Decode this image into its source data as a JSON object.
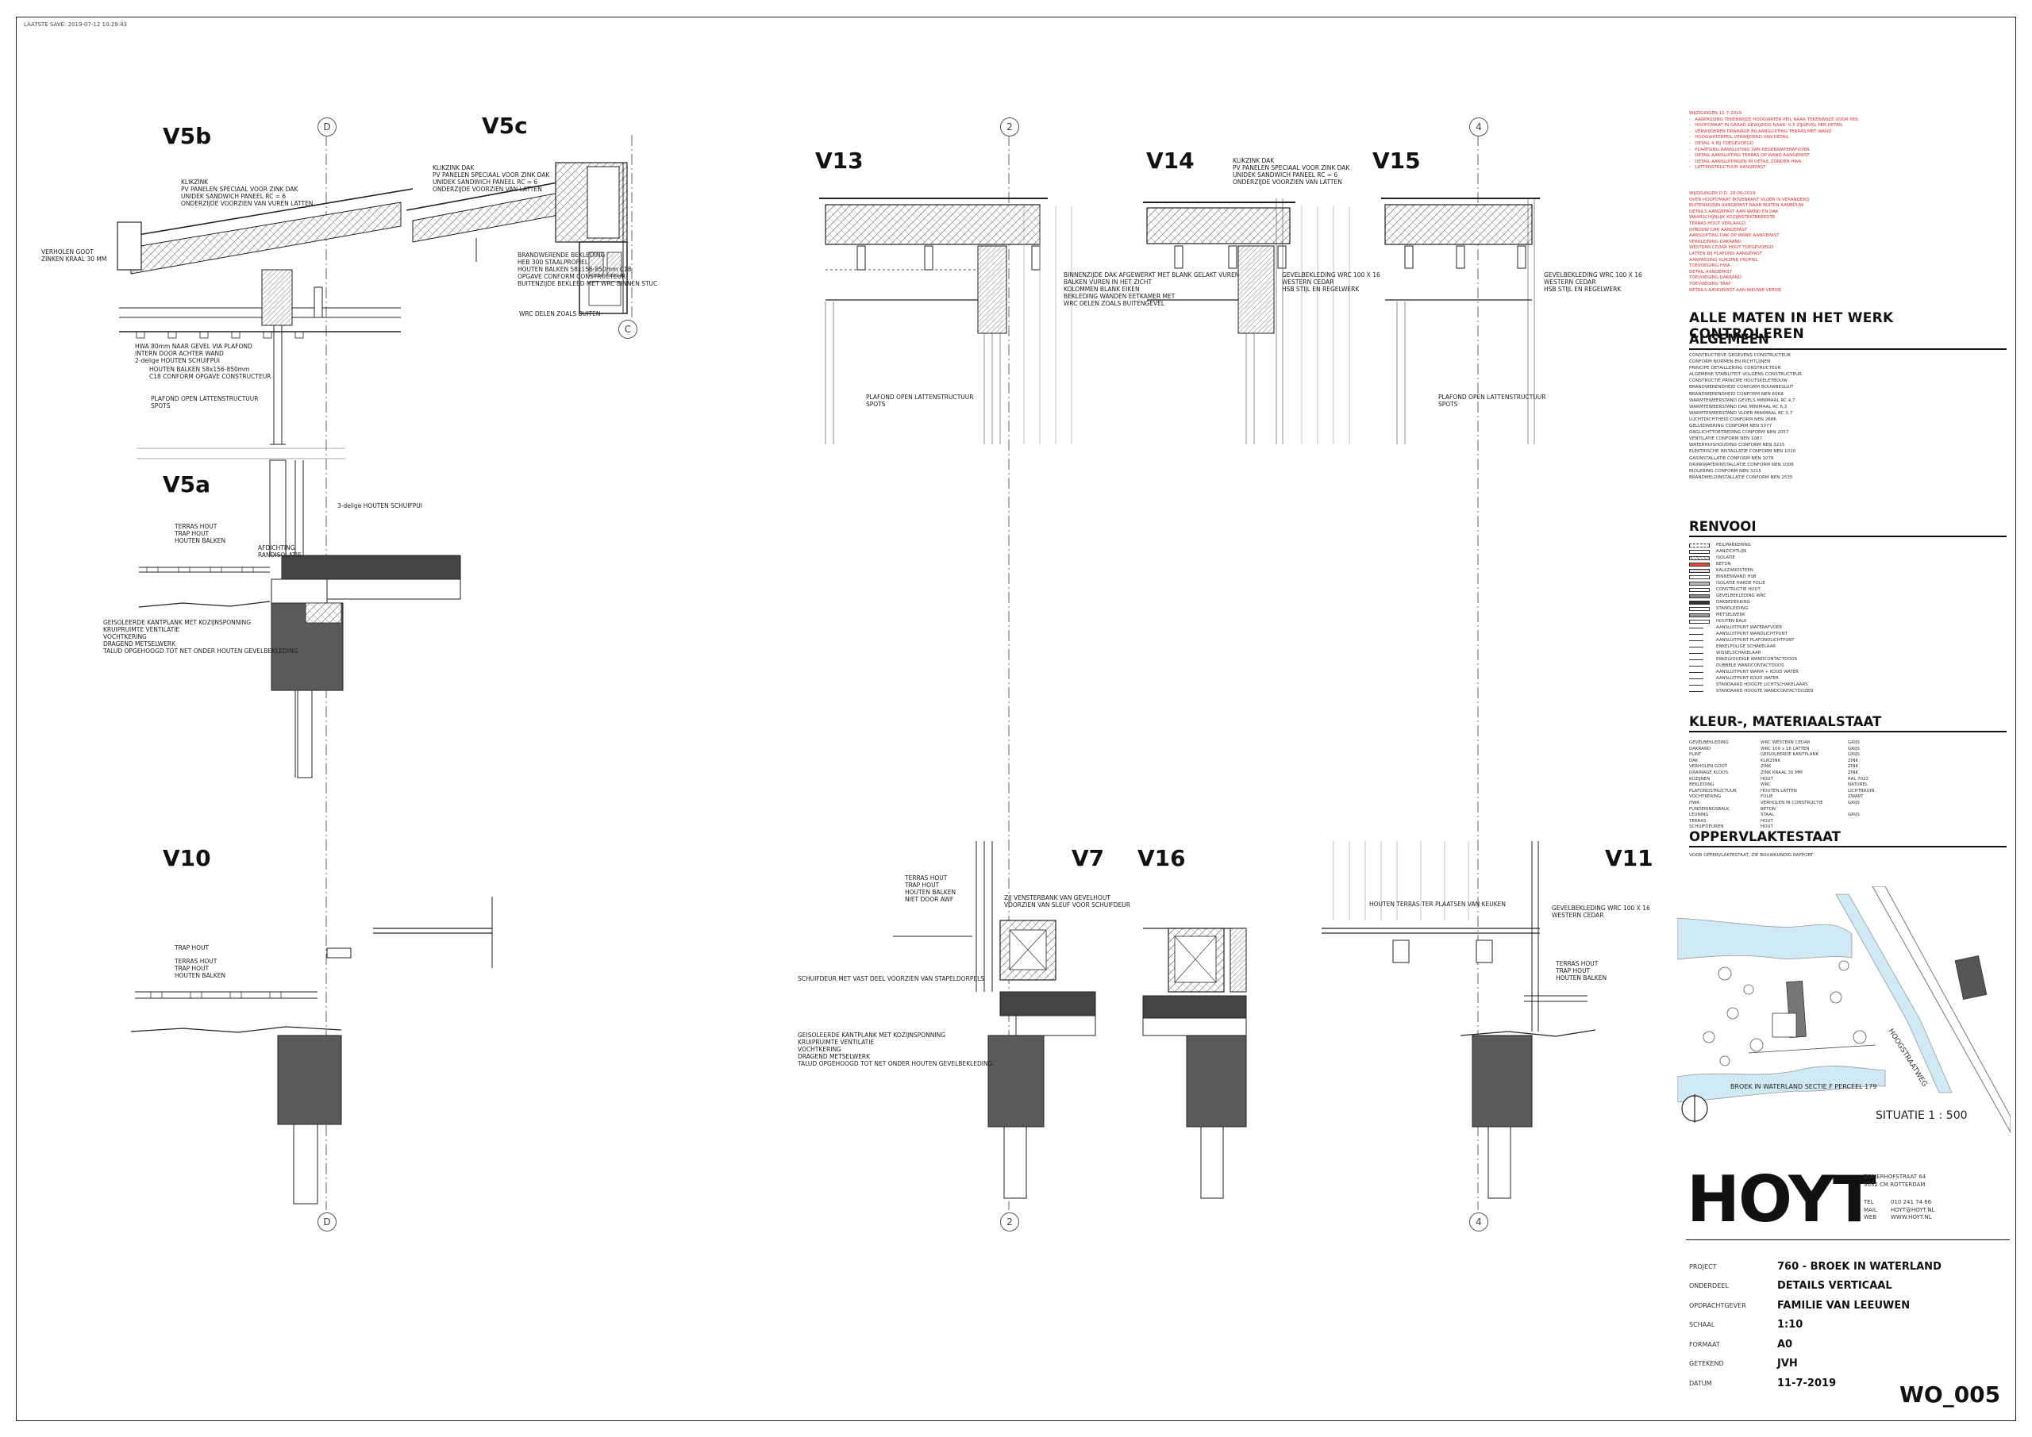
{
  "sheet": {
    "print_stamp": "LAATSTE SAVE: 2019-07-12 10:29:43",
    "drawing_number": "WO_005"
  },
  "details": [
    {
      "id": "V5b"
    },
    {
      "id": "V5c"
    },
    {
      "id": "V13"
    },
    {
      "id": "V14"
    },
    {
      "id": "V15"
    },
    {
      "id": "V5a"
    },
    {
      "id": "V10"
    },
    {
      "id": "V7"
    },
    {
      "id": "V16"
    },
    {
      "id": "V11"
    }
  ],
  "grid_axes": [
    "D",
    "C",
    "2",
    "4"
  ],
  "annotations": {
    "v5b_roof": "KLIKZINK\nPV PANELEN SPECIAAL VOOR ZINK DAK\nUNIDEK SANDWICH PANEEL RC = 6\nONDERZIJDE VOORZIEN VAN VUREN LATTEN",
    "v5b_gutter": "VERHOLEN GOOT\nZINKEN KRAAL 30 MM",
    "v5b_wall": "HWA 80mm NAAR GEVEL VIA PLAFOND\nINTERN DOOR ACHTER WAND\n2-delige HOUTEN SCHUIFPUI",
    "v5b_beams": "HOUTEN BALKEN 58x156-850mm\nC18 CONFORM OPGAVE CONSTRUCTEUR",
    "v5b_ceiling": "PLAFOND OPEN LATTENSTRUCTUUR\nSPOTS",
    "v5c_roof": "KLIKZINK DAK\nPV PANELEN SPECIAAL VOOR ZINK DAK\nUNIDEK SANDWICH PANEEL RC = 6\nONDERZIJDE VOORZIEN VAN LATTEN",
    "v5c_fire": "BRANDWERENDE BEKLEDING\nHEB 300 STAALPROFIEL\nHOUTEN BALKEN 58x156-850mm C18\nOPGAVE CONFORM CONSTRUCTEUR\nBUITENZIJDE BEKLEED MET WRC BINNEN STUC",
    "v5c_wrc": "WRC DELEN ZOALS BUITEN",
    "v14_roof": "KLIKZINK DAK\nPV PANELEN SPECIAAL VOOR ZINK DAK\nUNIDEK SANDWICH PANEEL RC = 6\nONDERZIJDE VOORZIEN VAN LATTEN",
    "v14_inside": "BINNENZIJDE DAK AFGEWERKT MET BLANK GELAKT VUREN\nBALKEN VUREN IN HET ZICHT\nKOLOMMEN BLANK EIKEN\nBEKLEDING WANDEN EETKAMER MET\nWRC DELEN ZOALS BUITENGEVEL",
    "v14_cladding": "GEVELBEKLEDING WRC 100 X 16\nWESTERN CEDAR\nHSB STIJL EN REGELWERK",
    "v15_cladding": "GEVELBEKLEDING WRC 100 X 16\nWESTERN CEDAR\nHSB STIJL EN REGELWERK",
    "v13_ceiling": "PLAFOND OPEN LATTENSTRUCTUUR\nSPOTS",
    "v15_ceiling": "PLAFOND OPEN LATTENSTRUCTUUR\nSPOTS",
    "v5a_pui": "3-delige HOUTEN SCHUIFPUI",
    "v5a_terrace": "TERRAS HOUT\nTRAP HOUT\nHOUTEN BALKEN",
    "v5a_seal": "AFDICHTING\nRANDISOLATIE",
    "v5a_found": "GEISOLEERDE KANTPLANK MET KOZIJNSPONNING\nKRUIPRUIMTE VENTILATIE\nVOCHTKERING\nDRAGEND METSELWERK\nTALUD OPGEHOOGD TOT NET ONDER HOUTEN GEVELBEKLEDING",
    "v10_stair": "TRAP HOUT",
    "v10_terrace": "TERRAS HOUT\nTRAP HOUT\nHOUTEN BALKEN",
    "v7_terrace": "TERRAS HOUT\nTRAP HOUT\nHOUTEN BALKEN\nNIET DOOR AWF",
    "v7_sill": "ZIJ VENSTERBANK VAN GEVELHOUT\nVOORZIEN VAN SLEUF VOOR SCHUIFDEUR",
    "v7_door": "SCHUIFDEUR MET VAST DEEL VOORZIEN VAN STAPELDORPELS",
    "v7_found": "GEISOLEERDE KANTPLANK MET KOZIJNSPONNING\nKRUIPRUIMTE VENTILATIE\nVOCHTKERING\nDRAGEND METSELWERK\nTALUD OPGEHOOGD TOT NET ONDER HOUTEN GEVELBEKLEDING",
    "v11_terrace_note": "HOUTEN TERRAS TER PLAATSEN VAN KEUKEN",
    "v11_cladding": "GEVELBEKLEDING WRC 100 X 16\nWESTERN CEDAR",
    "v11_terrace": "TERRAS HOUT\nTRAP HOUT\nHOUTEN BALKEN"
  },
  "sidebar": {
    "revision_notes": "WIJZIGINGEN 11-7-2019\n-   AANPASSING TEKENWIJZE HOOGWATER PEIL NAAR TEKENWIJZE VOOR PEIL\n-   HOOFDMAAT IN GRAAD GEWIJZIGD NAAR -0,5 ZIJGEVEL PER DETAIL\n-   VERWIJDEREN DRAINAGE BIJ AANSLUITING TERRAS MET WAND\n-   HOOGWATERPEIL VERWIJDERD VAN DETAIL\n-   DETAIL 4 BIJ TOEGEVOEGD\n-   PLAATSING AANSLUITING VAN REGENWATERAFVOER\n-   DETAIL AANSLUITING TERRAS OP WAND AANGEPAST\n-   DETAIL AANSLUITINGEN IN DETAIL ZONDER HWA\n-   LATTENSTRUCTUUR AANGEPAST",
    "revision_notes_2": "WIJZIGINGEN D.D. 28-06-2019\nOVER HOOFDMAAT BOVENKANT VLOER IS VERANDERD\nBUITENKOZIJN AANGEPAST NAAR BUITEN AANBOUW\nDETAILS AANGEPAST AAN WAND EN DAK\nWAARSCHIJNLIJK KOZIJNSTEKTBREEDTE\nTERRAS HOUT VERLAAGD\nOPBOUW DAK AANGEPAST\nAANSLUITING DAK OP WAND AANGEPAST\nVERKLEINING DAKRAND\nWESTERN CEDAR HOUT TOEGEVOEGD\nLATTEN BIJ PLAFOND AANGEPAST\nAANPASSING KLIKZINK PROFIEL\nTOEVOEGING HWA\nDETAIL AANGEPAST\nTOEVOEGING DAKRAND\nTOEVOEGING TRAP\nDETAILS AANGEPAST AAN NIEUWE VERSIE",
    "check_heading": "ALLE MATEN IN HET WERK CONTROLEREN",
    "general_heading": "ALGEMEEN",
    "general_text": "CONSTRUCTIEVE GEGEVENS CONSTRUCTEUR\nCONFORM NORMEN EN RICHTLIJNEN\nPRINCIPE DETAILLERING CONSTRUCTEUR\nALGEMENE STABILITEIT VOLGENS CONSTRUCTEUR\nCONSTRUCTIE PRINCIPE HOUTSKELETBOUW\nBRANDWERENDHEID CONFORM BOUWBESLUIT\nBRANDWERENDHEID CONFORM NEN 6068\nWARMTEWEERSTAND GEVELS MINIMAAL RC 4,7\nWARMTEWEERSTAND DAK MINIMAAL RC 6,3\nWARMTEWEERSTAND VLOER MINIMAAL RC 3,7\nLUCHTDICHTHEID CONFORM NEN 2686\nGELUIDWERING CONFORM NEN 5077\nDAGLICHTTOETREDING CONFORM NEN 2057\nVENTILATIE CONFORM NEN 1087\nWATERHUISHOUDING CONFORM NEN 3215\nELEKTRISCHE INSTALLATIE CONFORM NEN 1010\nGASINSTALLATIE CONFORM NEN 1078\nDRINKWATERINSTALLATIE CONFORM NEN 1006\nRIOLERING CONFORM NEN 3215\nBRANDMELDINSTALLATIE CONFORM NEN 2535",
    "legend_heading": "RENVOOI",
    "legend_items": [
      "PEILMARKERING",
      "AANZICHTLIJN",
      "ISOLATIE",
      "BETON",
      "KALKZANDSTEEN",
      "BINNENWAND HSB",
      "ISOLATIE HARDE FOLIE",
      "CONSTRUCTIE HOUT",
      "GEVELBEKLEDING WRC",
      "DAKBEDEKKING",
      "STANDLEIDING",
      "METSELWERK",
      "HOUTEN BALK",
      "AANSLUITPUNT WATERAFVOER",
      "AANSLUITPUNT WANDLICHTPUNT",
      "AANSLUITPUNT PLAFONDLICHTPUNT",
      "ENKELPOLIGE SCHAKELAAR",
      "WISSELSCHAKELAAR",
      "ENKELVOUDIGE WANDCONTACTDOOS",
      "DUBBELE WANDCONTACTDOOS",
      "AANSLUITPUNT WARM + KOUD WATER",
      "AANSLUITPUNT KOUD WATER",
      "STANDAARD HOOGTE LICHTSCHAKELAARS",
      "STANDAARD HOOGTE WANDCONTACTDOZEN"
    ],
    "materials_heading": "KLEUR-, MATERIAALSTAAT",
    "materials": [
      [
        "GEVELBEKLEDING",
        "WRC WESTERN CEDAR",
        "GRIJS"
      ],
      [
        "DAKRAND",
        "WRC 100 x 16 LATTEN",
        "GRIJS"
      ],
      [
        "PLINT",
        "GEISOLEERDE KANTPLANK",
        "GRIJS"
      ],
      [
        "DAK",
        "KLIKZINK",
        "ZINK"
      ],
      [
        "VERHOLEN GOOT",
        "ZINK",
        "ZINK"
      ],
      [
        "DRAINAGE KLOOS",
        "ZINK KRAAL 30 MM",
        "ZINK"
      ],
      [
        "KOZIJNEN",
        "HOUT",
        "RAL 7022"
      ],
      [
        "BEKLEDING",
        "WRC",
        "NATUREL"
      ],
      [
        "PLAFONDSTRUCTUUR",
        "HOUTEN LATTEN",
        "LICHTBRUIN"
      ],
      [
        "VOCHTKERING",
        "FOLIE",
        "ZWART"
      ],
      [
        "HWA",
        "VERHOLEN IN CONSTRUCTIE",
        "GRIJS"
      ],
      [
        "FUNDERINGSBALK",
        "BETON",
        ""
      ],
      [
        "LEUNING",
        "STAAL",
        "GRIJS"
      ],
      [
        "TERRAS",
        "HOUT",
        ""
      ],
      [
        "SCHUIFDEUREN",
        "HOUT",
        ""
      ]
    ],
    "surface_heading": "OPPERVLAKTESTAAT",
    "surface_text": "VOOR OPPERVLAKTESTAAT, ZIE BOUWKUNDIG RAPPORT",
    "map": {
      "road_label": "HOOGSTRAATWEG",
      "parcel_label": "BROEK IN WATERLAND SECTIE F PERCEEL 179",
      "scale_label": "SITUATIE 1 : 500"
    },
    "logo": "HOYT",
    "contact": {
      "address": "ZOMERHOFSTRAAT 64\n3032 CM ROTTERDAM",
      "contact_labels": "TEL\nMAIL\nWEB",
      "contact_values": "010 241 74 66\nHOYT@HOYT.NL\nWWW.HOYT.NL"
    },
    "title_block": [
      {
        "label": "PROJECT",
        "value": "760 - BROEK IN WATERLAND"
      },
      {
        "label": "ONDERDEEL",
        "value": "DETAILS VERTICAAL"
      },
      {
        "label": "OPDRACHTGEVER",
        "value": "FAMILIE VAN LEEUWEN"
      },
      {
        "label": "SCHAAL",
        "value": "1:10"
      },
      {
        "label": "FORMAAT",
        "value": "A0"
      },
      {
        "label": "GETEKEND",
        "value": "JVH"
      },
      {
        "label": "DATUM",
        "value": "11-7-2019"
      }
    ]
  }
}
